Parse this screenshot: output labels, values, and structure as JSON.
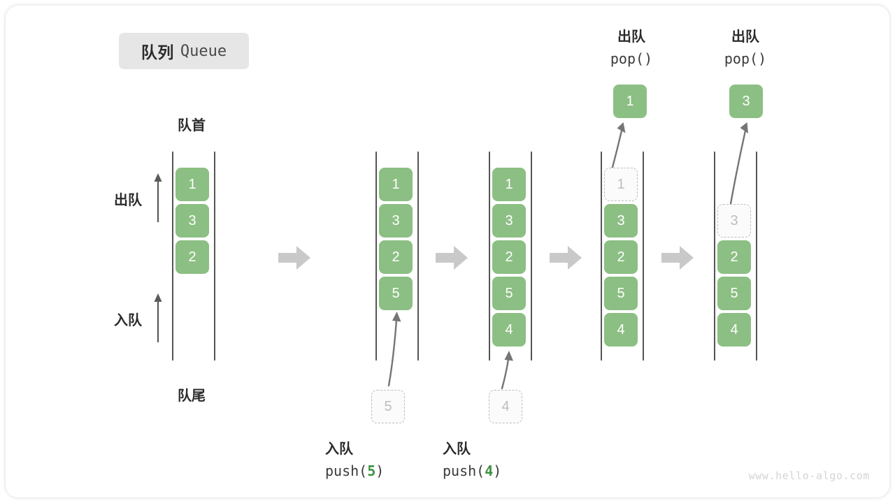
{
  "title": {
    "cn": "队列",
    "en": "Queue"
  },
  "labels": {
    "front": "队首",
    "rear": "队尾",
    "dequeue": "出队",
    "enqueue": "入队"
  },
  "watermark": "www.hello-algo.com",
  "colors": {
    "cell_fill": "#8cbf83",
    "cell_text": "#ffffff",
    "ghost_border": "#bdbdbd",
    "ghost_text": "#bdbdbd",
    "rail": "#555555",
    "step_arrow": "#c9c9c9",
    "accent_value": "#3f9142",
    "badge_bg": "#e6e6e6",
    "text_dark": "#2b2b2b",
    "watermark": "#d4d4d4"
  },
  "steps": [
    {
      "name": "initial-queue",
      "cells": [
        {
          "value": "1",
          "ghost": false
        },
        {
          "value": "3",
          "ghost": false
        },
        {
          "value": "2",
          "ghost": false
        }
      ],
      "caption": {
        "cn": "",
        "code": "",
        "code_value": ""
      },
      "incoming": null,
      "outgoing": null
    },
    {
      "name": "push-5",
      "cells": [
        {
          "value": "1",
          "ghost": false
        },
        {
          "value": "3",
          "ghost": false
        },
        {
          "value": "2",
          "ghost": false
        },
        {
          "value": "5",
          "ghost": false
        }
      ],
      "caption": {
        "cn": "入队",
        "code_prefix": "push(",
        "code_value": "5",
        "code_suffix": ")"
      },
      "incoming": {
        "value": "5"
      },
      "outgoing": null
    },
    {
      "name": "push-4",
      "cells": [
        {
          "value": "1",
          "ghost": false
        },
        {
          "value": "3",
          "ghost": false
        },
        {
          "value": "2",
          "ghost": false
        },
        {
          "value": "5",
          "ghost": false
        },
        {
          "value": "4",
          "ghost": false
        }
      ],
      "caption": {
        "cn": "入队",
        "code_prefix": "push(",
        "code_value": "4",
        "code_suffix": ")"
      },
      "incoming": {
        "value": "4"
      },
      "outgoing": null
    },
    {
      "name": "pop-1",
      "cells": [
        {
          "value": "1",
          "ghost": true
        },
        {
          "value": "3",
          "ghost": false
        },
        {
          "value": "2",
          "ghost": false
        },
        {
          "value": "5",
          "ghost": false
        },
        {
          "value": "4",
          "ghost": false
        }
      ],
      "caption": null,
      "incoming": null,
      "outgoing": {
        "cn": "出队",
        "code_prefix": "pop(",
        "code_value": "",
        "code_suffix": ")",
        "value": "1"
      }
    },
    {
      "name": "pop-3",
      "cells": [
        {
          "value": "",
          "ghost": false,
          "empty": true
        },
        {
          "value": "3",
          "ghost": true
        },
        {
          "value": "2",
          "ghost": false
        },
        {
          "value": "5",
          "ghost": false
        },
        {
          "value": "4",
          "ghost": false
        }
      ],
      "caption": null,
      "incoming": null,
      "outgoing": {
        "cn": "出队",
        "code_prefix": "pop(",
        "code_value": "",
        "code_suffix": ")",
        "value": "3"
      }
    }
  ]
}
